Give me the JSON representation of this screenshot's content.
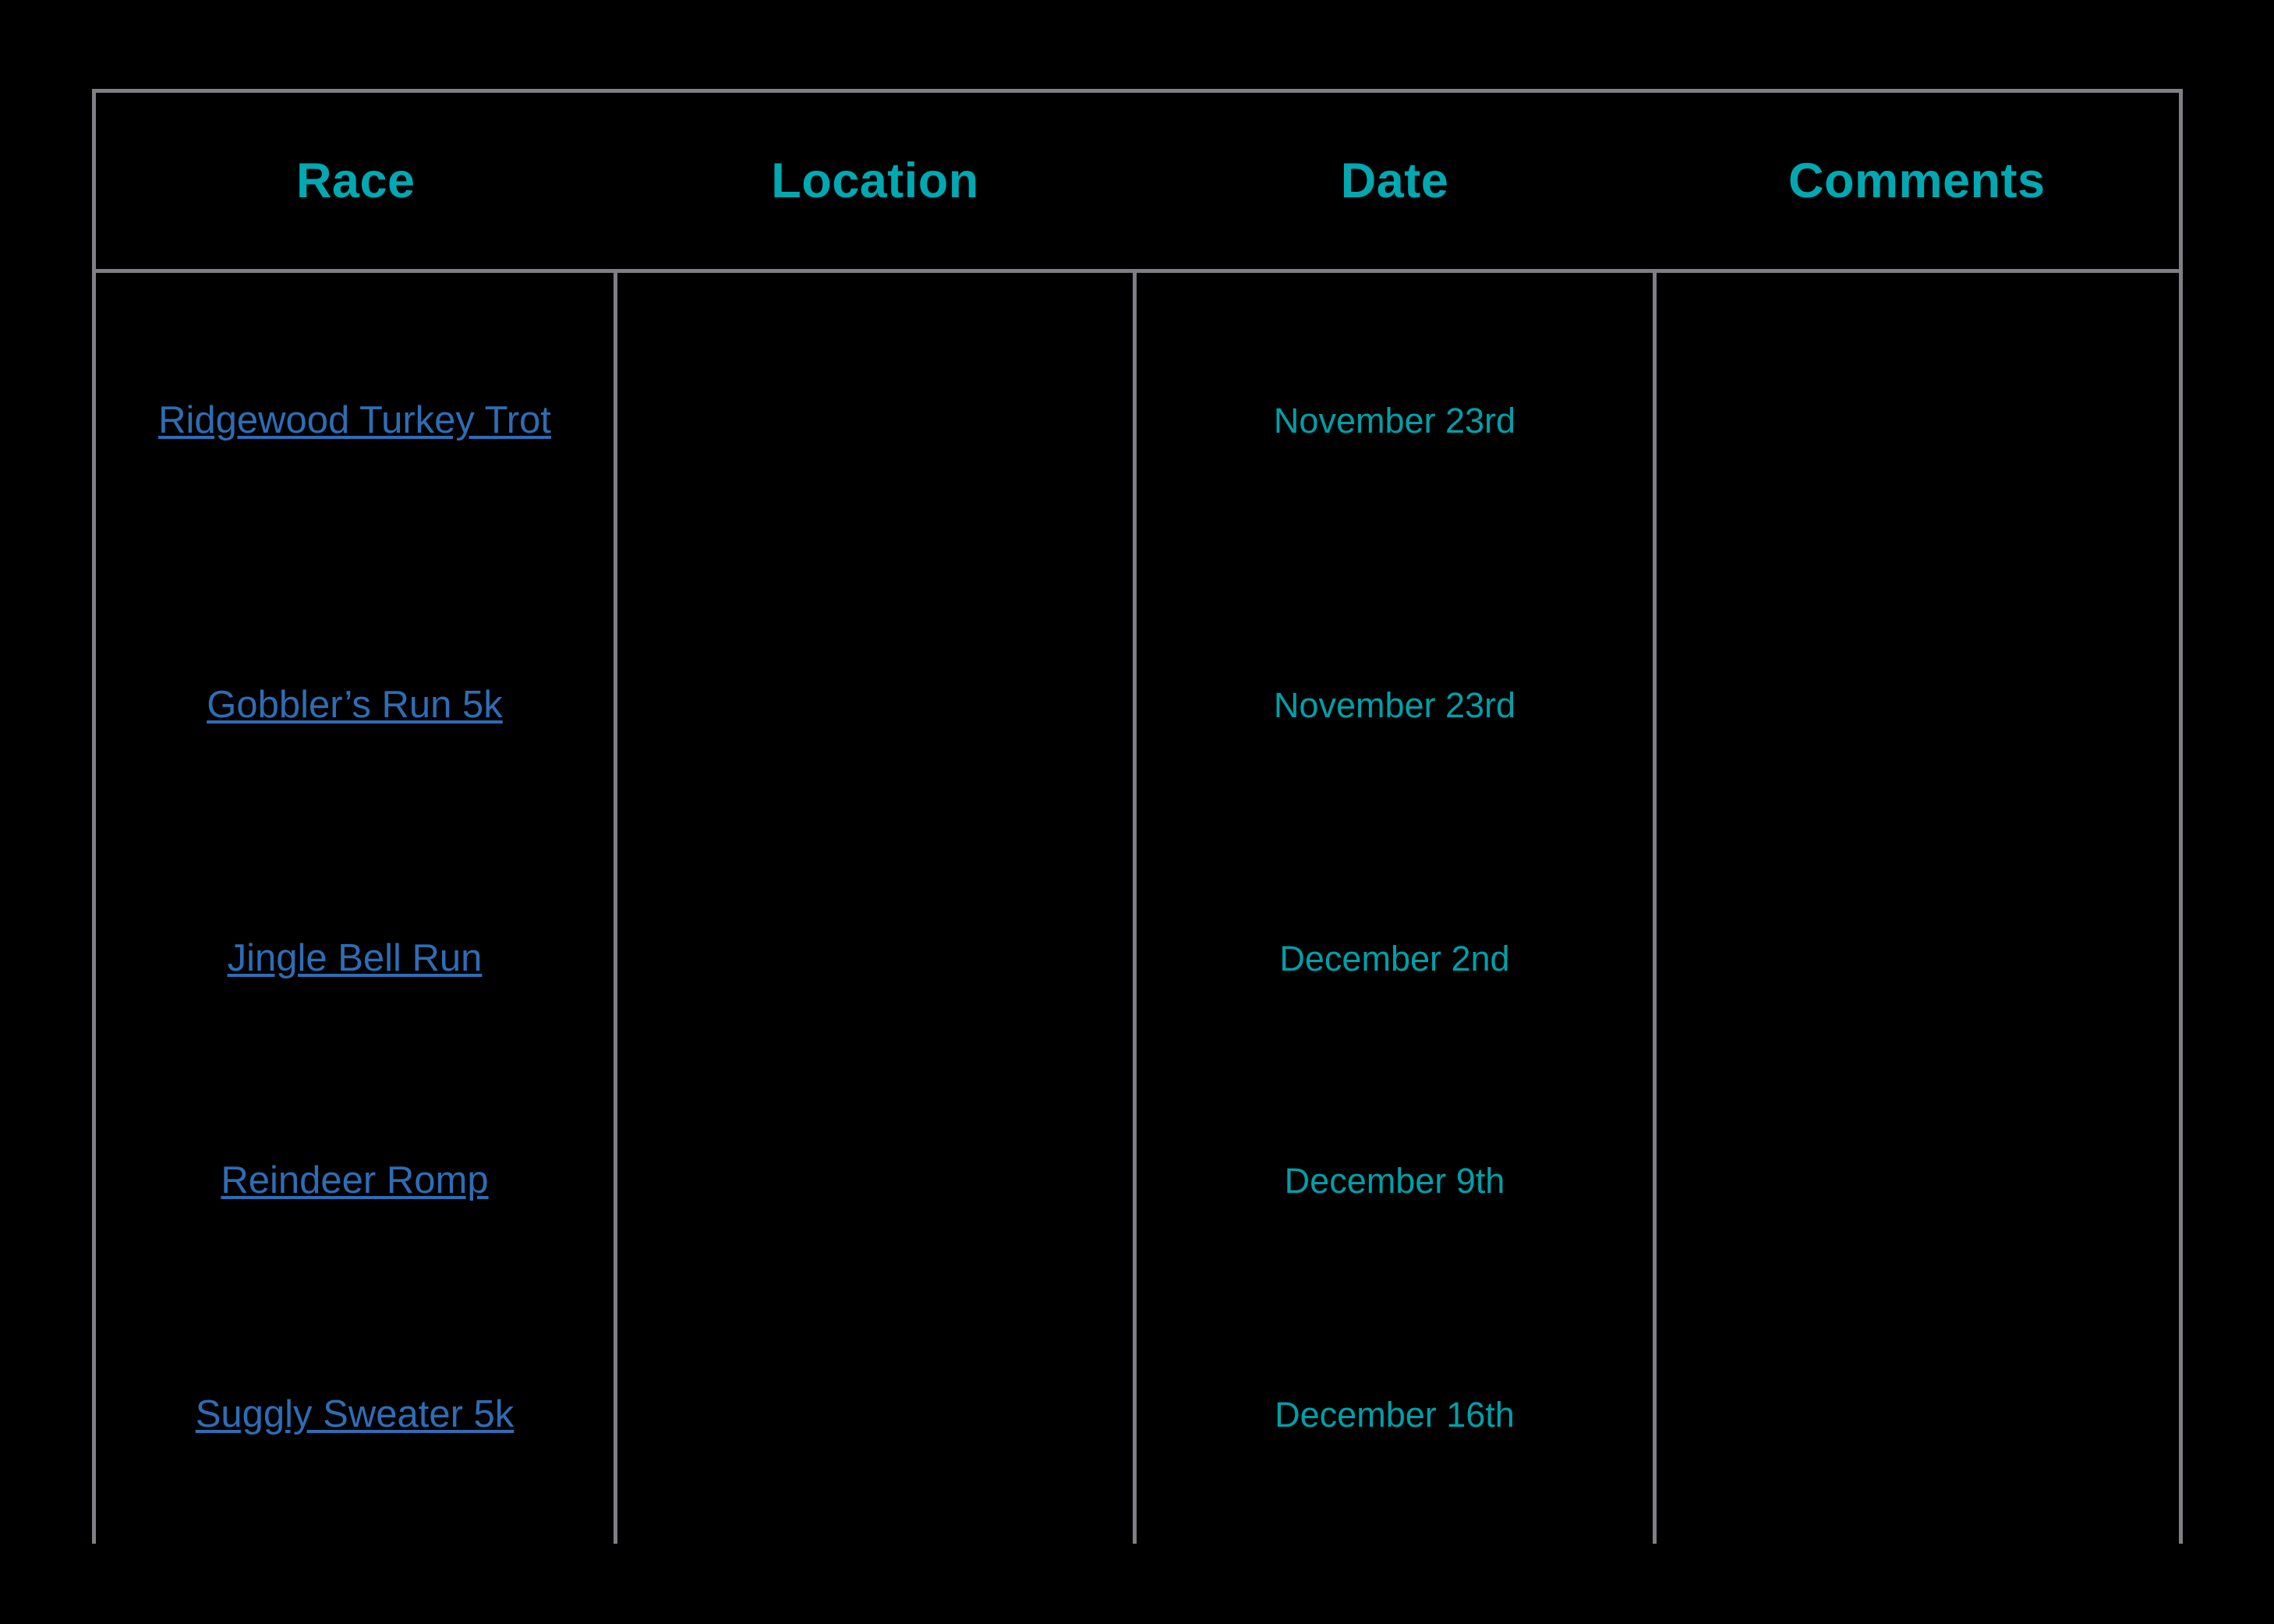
{
  "table": {
    "columns": [
      {
        "key": "race",
        "label": "Race"
      },
      {
        "key": "location",
        "label": "Location"
      },
      {
        "key": "date",
        "label": "Date"
      },
      {
        "key": "comments",
        "label": "Comments"
      }
    ],
    "rows": [
      {
        "race": "Ridgewood Turkey Trot",
        "location": "",
        "date": "November 23rd",
        "comments": ""
      },
      {
        "race": "Gobbler’s Run 5k",
        "location": "",
        "date": "November 23rd",
        "comments": ""
      },
      {
        "race": "Jingle Bell Run",
        "location": "",
        "date": "December 2nd",
        "comments": ""
      },
      {
        "race": "Reindeer Romp",
        "location": "",
        "date": "December 9th",
        "comments": ""
      },
      {
        "race": "Suggly Sweater 5k",
        "location": "",
        "date": "December 16th",
        "comments": ""
      }
    ]
  },
  "colors": {
    "background": "#000000",
    "header_text": "#00A9B1",
    "link_text": "#2E6DB4",
    "date_text": "#00A0A8",
    "border": "#7F7F85"
  }
}
